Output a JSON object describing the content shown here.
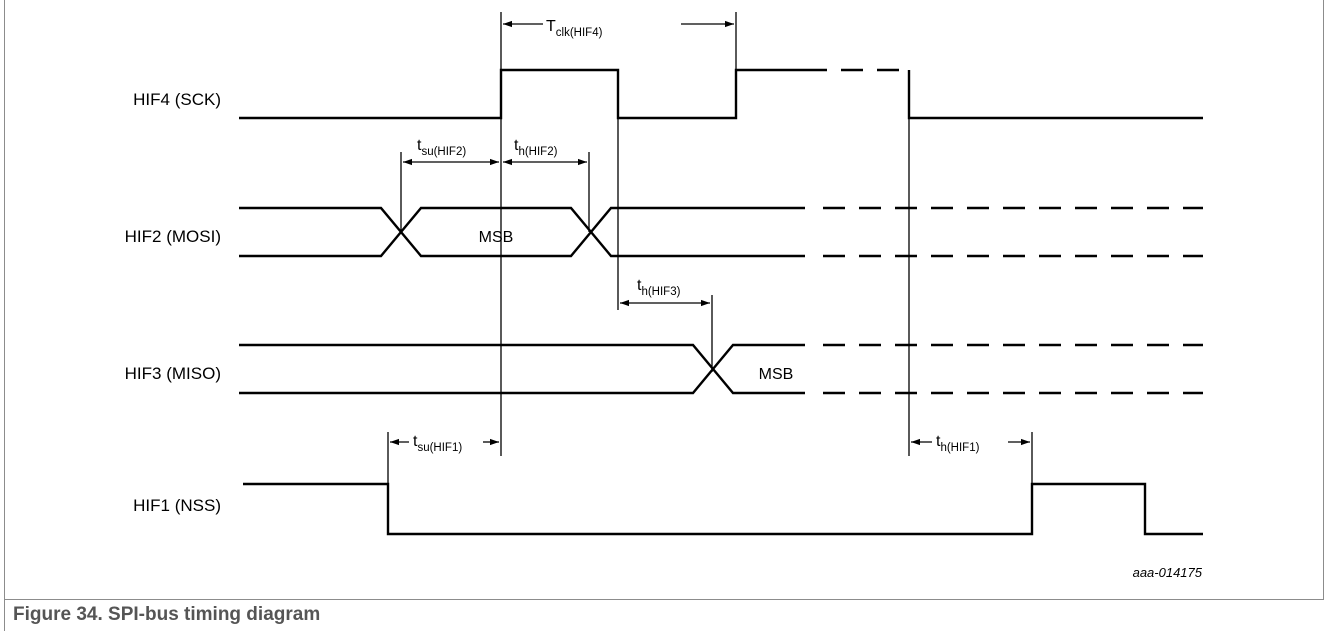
{
  "signals": {
    "sck": "HIF4 (SCK)",
    "mosi": "HIF2 (MOSI)",
    "miso": "HIF3 (MISO)",
    "nss": "HIF1 (NSS)"
  },
  "data_labels": {
    "mosi_msb": "MSB",
    "miso_msb": "MSB"
  },
  "timing": {
    "tclk": {
      "main": "T",
      "sub": "clk(HIF4)"
    },
    "tsu_hif2": {
      "main": "t",
      "sub": "su(HIF2)"
    },
    "th_hif2": {
      "main": "t",
      "sub": "h(HIF2)"
    },
    "th_hif3": {
      "main": "t",
      "sub": "h(HIF3)"
    },
    "tsu_hif1": {
      "main": "t",
      "sub": "su(HIF1)"
    },
    "th_hif1": {
      "main": "t",
      "sub": "h(HIF1)"
    }
  },
  "figure_code": "aaa-014175",
  "caption": "Figure 34.  SPI-bus timing diagram"
}
